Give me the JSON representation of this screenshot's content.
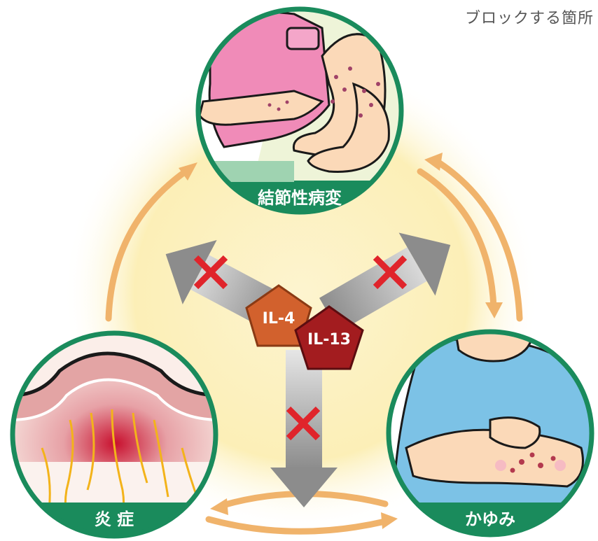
{
  "legend": {
    "text": "ブロックする箇所"
  },
  "nodes": {
    "top": {
      "label": "結節性病変"
    },
    "left": {
      "label": "炎 症"
    },
    "right": {
      "label": "かゆみ"
    }
  },
  "cytokines": {
    "il4": {
      "label": "IL-4",
      "color": "#d2612d"
    },
    "il13": {
      "label": "IL-13",
      "color": "#a31c1f"
    }
  },
  "colors": {
    "ring": "#1a8b5c",
    "cycle_arrow": "#f0b36b",
    "block_mark": "#e0242b",
    "glow": "#fcefb7"
  },
  "icons": [
    "cross-mark-icon",
    "block-arrow-icon",
    "cycle-arrow-icon"
  ]
}
